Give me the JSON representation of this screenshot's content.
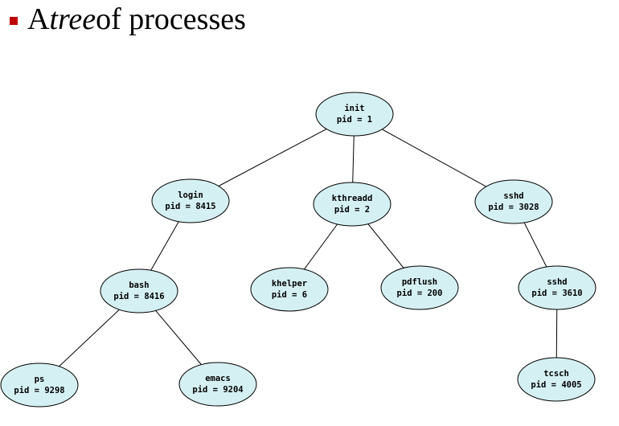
{
  "title": {
    "prefix": "A ",
    "emphasis": "tree",
    "suffix": " of processes"
  },
  "colors": {
    "bullet": "#c00000",
    "node_fill": "#d5f0f3",
    "node_stroke": "#000000",
    "edge": "#000000"
  },
  "tree": {
    "nodes": [
      {
        "id": "init",
        "name": "init",
        "pid_label": "pid = 1"
      },
      {
        "id": "login",
        "name": "login",
        "pid_label": "pid = 8415"
      },
      {
        "id": "kthreadd",
        "name": "kthreadd",
        "pid_label": "pid = 2"
      },
      {
        "id": "sshd1",
        "name": "sshd",
        "pid_label": "pid = 3028"
      },
      {
        "id": "bash",
        "name": "bash",
        "pid_label": "pid = 8416"
      },
      {
        "id": "khelper",
        "name": "khelper",
        "pid_label": "pid = 6"
      },
      {
        "id": "pdflush",
        "name": "pdflush",
        "pid_label": "pid = 200"
      },
      {
        "id": "sshd2",
        "name": "sshd",
        "pid_label": "pid = 3610"
      },
      {
        "id": "ps",
        "name": "ps",
        "pid_label": "pid = 9298"
      },
      {
        "id": "emacs",
        "name": "emacs",
        "pid_label": "pid = 9204"
      },
      {
        "id": "tcsch",
        "name": "tcsch",
        "pid_label": "pid = 4005"
      }
    ],
    "edges": [
      {
        "from": "init",
        "to": "login"
      },
      {
        "from": "init",
        "to": "kthreadd"
      },
      {
        "from": "init",
        "to": "sshd1"
      },
      {
        "from": "login",
        "to": "bash"
      },
      {
        "from": "kthreadd",
        "to": "khelper"
      },
      {
        "from": "kthreadd",
        "to": "pdflush"
      },
      {
        "from": "sshd1",
        "to": "sshd2"
      },
      {
        "from": "bash",
        "to": "ps"
      },
      {
        "from": "bash",
        "to": "emacs"
      },
      {
        "from": "sshd2",
        "to": "tcsch"
      }
    ]
  }
}
